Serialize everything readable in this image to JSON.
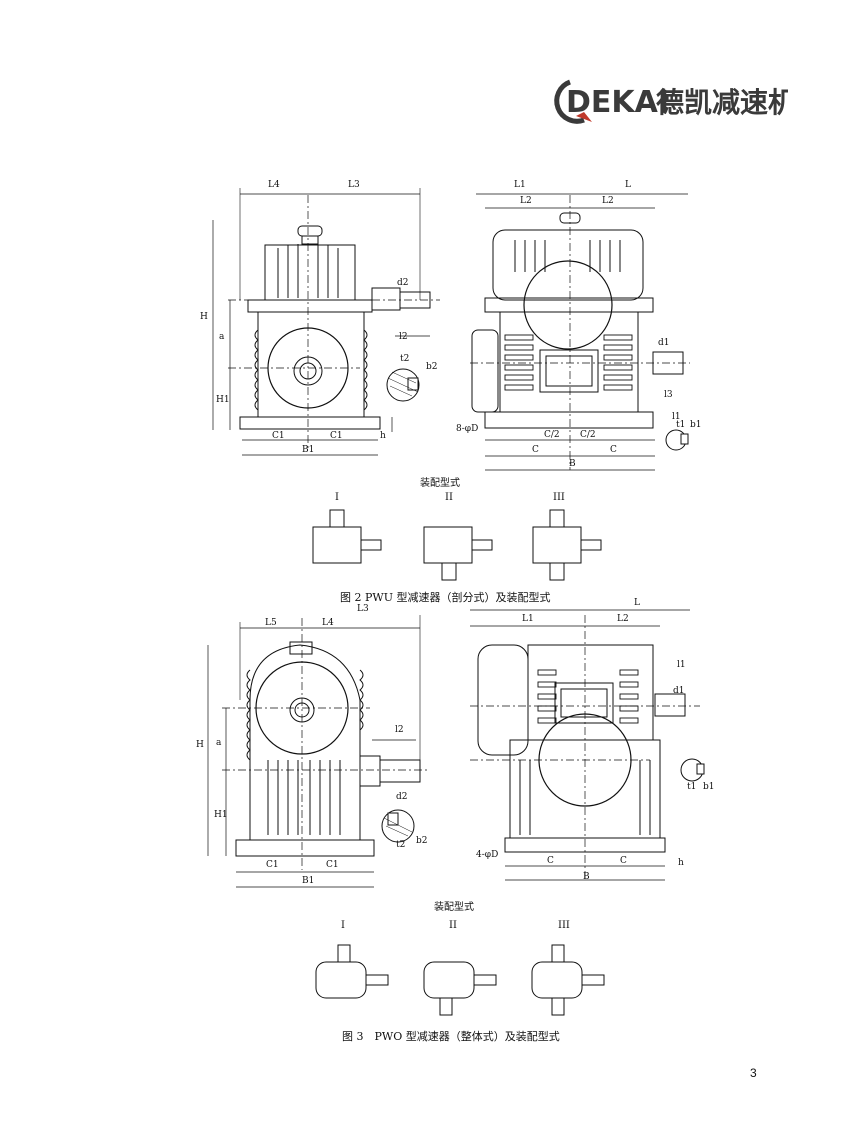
{
  "logo": {
    "brand_latin": "DEKAI",
    "brand_cn": "德凯减速机"
  },
  "fig2": {
    "assembly_title": "装配型式",
    "caption": "图 2 PWU 型减速器（剖分式）及装配型式",
    "forms": [
      "I",
      "II",
      "III"
    ],
    "left_view_labels": {
      "L4": "L4",
      "L3": "L3",
      "H": "H",
      "a": "a",
      "H1": "H1",
      "h": "h",
      "C1a": "C1",
      "C1b": "C1",
      "B1": "B1",
      "d2": "d2",
      "l2": "l2",
      "t2": "t2",
      "b2": "b2"
    },
    "right_view_labels": {
      "L1": "L1",
      "L": "L",
      "L2a": "L2",
      "L2b": "L2",
      "d1": "d1",
      "l3": "l3",
      "l1": "l1",
      "t1": "t1",
      "b1": "b1",
      "holes": "8-φD",
      "C2a": "C/2",
      "C2b": "C/2",
      "Ca": "C",
      "Cb": "C",
      "B": "B"
    }
  },
  "fig3": {
    "assembly_title": "装配型式",
    "caption": "图 3　PWO 型减速器（整体式）及装配型式",
    "forms": [
      "I",
      "II",
      "III"
    ],
    "left_view_labels": {
      "L5": "L5",
      "L4": "L4",
      "L3": "L3",
      "H": "H",
      "a": "a",
      "H1": "H1",
      "l2": "l2",
      "d2": "d2",
      "t2": "t2",
      "b2": "b2",
      "C1a": "C1",
      "C1b": "C1",
      "B1": "B1"
    },
    "right_view_labels": {
      "L": "L",
      "L1": "L1",
      "L2": "L2",
      "l1": "l1",
      "d1": "d1",
      "t1": "t1",
      "b1": "b1",
      "holes": "4-φD",
      "Ca": "C",
      "Cb": "C",
      "B": "B",
      "h": "h"
    }
  },
  "page_number": "3",
  "colors": {
    "ink": "#111111",
    "logo_gray": "#3a3a3a",
    "logo_red": "#c0392b"
  }
}
